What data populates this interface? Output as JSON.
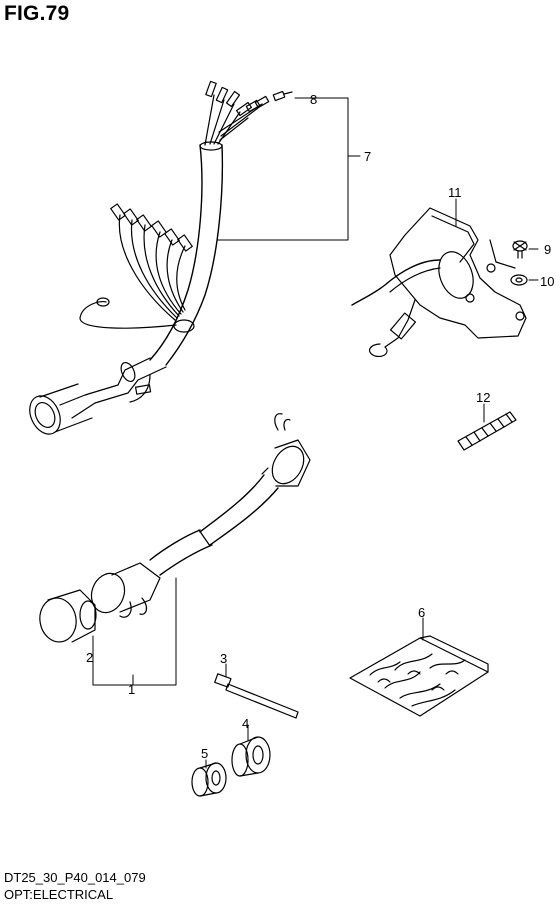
{
  "figure": {
    "title": "FIG.79",
    "code": "DT25_30_P40_014_079",
    "caption": "OPT:ELECTRICAL"
  },
  "callouts": [
    "1",
    "2",
    "3",
    "4",
    "5",
    "6",
    "7",
    "8",
    "9",
    "10",
    "11",
    "12"
  ],
  "icons": {
    "harness-main": "wire-harness-with-connectors",
    "harness-extension": "extension-cable-with-plug",
    "plug-cap": "connector-cap",
    "cable-tie": "cable-tie",
    "grommet-large": "grommet",
    "grommet-small": "grommet",
    "bag": "parts-bag",
    "terminal": "wire-terminal",
    "switch": "key-switch-with-bracket",
    "screw": "screw",
    "washer": "washer",
    "threaded-pin": "threaded-rod"
  }
}
